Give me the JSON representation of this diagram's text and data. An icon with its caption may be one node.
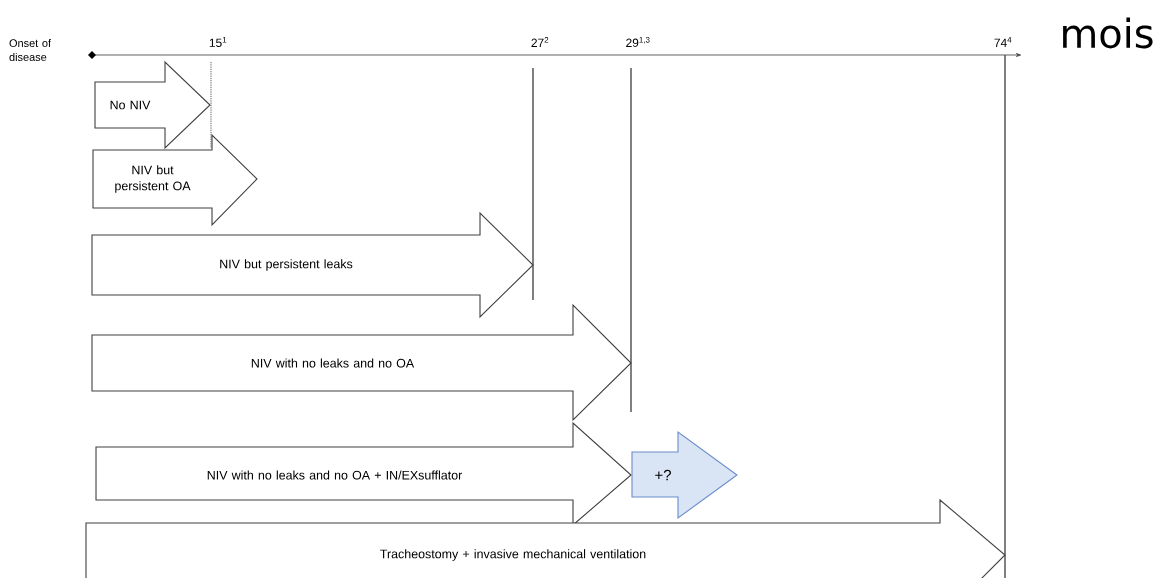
{
  "diagram": {
    "nodes": [
      {
        "text": [
          "No NIV"
        ]
      },
      {
        "text": [
          "NIV but persistent OA"
        ]
      },
      {
        "text": [
          "NIV but persistent leaks"
        ]
      },
      {
        "text": [
          "NIV with no leaks and no OA"
        ]
      },
      {
        "text": [
          "NIV with no leaks and no OA  + IN/EXsufflator"
        ]
      },
      {
        "text": [
          "+?"
        ]
      },
      {
        "text": [
          "Tracheostomy + invasive mechanical ventilation"
        ]
      }
    ],
    "labels": [
      "Onset of disease",
      "15$^{1}$",
      "27$^{2}$",
      "29$^{1,3}$",
      "74$^{4}$",
      "mois"
    ]
  }
}
